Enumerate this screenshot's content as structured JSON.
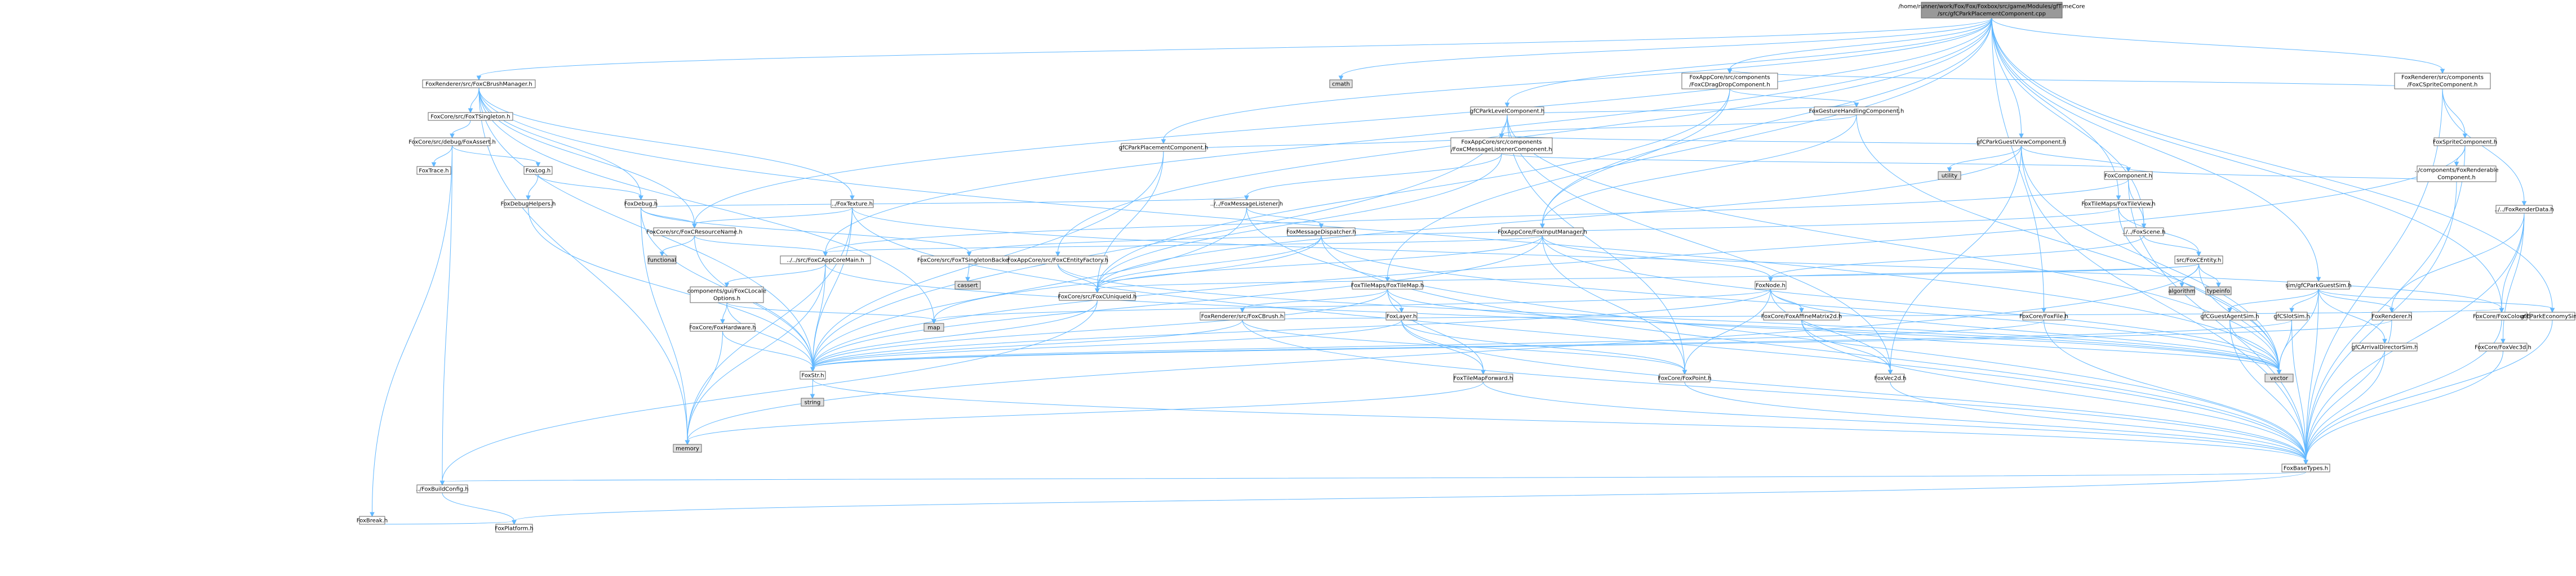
{
  "colors": {
    "root_fill": "#999999",
    "node_fill": "#ffffff",
    "system_fill": "#e0e0e0",
    "edge": "#63b8ff",
    "border": "#666666"
  },
  "root": "n0",
  "nodes": [
    {
      "id": "n0",
      "lines": [
        "/home/runner/work/Fox/Fox/Foxbox/src/game/Modules/gfTimeCore",
        "/src/gfCParkPlacementComponent.cpp"
      ],
      "root": true
    },
    {
      "id": "n1",
      "lines": [
        "FoxRenderer/src/FoxCBrushManager.h"
      ]
    },
    {
      "id": "n2",
      "lines": [
        "cmath"
      ],
      "system": true
    },
    {
      "id": "n3",
      "lines": [
        "FoxRenderer/src/components",
        "/FoxCSpriteComponent.h"
      ]
    },
    {
      "id": "n4",
      "lines": [
        "FoxCore/src/FoxTSingleton.h"
      ]
    },
    {
      "id": "n5",
      "lines": [
        "FoxCore/src/debug/FoxAssert.h"
      ]
    },
    {
      "id": "n6",
      "lines": [
        "FoxLog.h"
      ]
    },
    {
      "id": "n7",
      "lines": [
        "FoxTrace.h"
      ]
    },
    {
      "id": "n8",
      "lines": [
        "FoxBreak.h"
      ]
    },
    {
      "id": "n9",
      "lines": [
        "FoxDebugHelpers.h"
      ]
    },
    {
      "id": "n10",
      "lines": [
        "FoxDebug.h"
      ]
    },
    {
      "id": "n11",
      "lines": [
        "../FoxTexture.h"
      ]
    },
    {
      "id": "n12",
      "lines": [
        "FoxCore/src/FoxCResourceName.h"
      ]
    },
    {
      "id": "n13",
      "lines": [
        "functional"
      ],
      "system": true
    },
    {
      "id": "n14",
      "lines": [
        "../../src/FoxCAppCoreMain.h"
      ]
    },
    {
      "id": "n15",
      "lines": [
        "components/gui/FoxCLocale",
        "Options.h"
      ]
    },
    {
      "id": "n16",
      "lines": [
        "FoxCore/FoxHardware.h"
      ]
    },
    {
      "id": "n17",
      "lines": [
        "FoxStr.h"
      ]
    },
    {
      "id": "n18",
      "lines": [
        "string"
      ],
      "system": true
    },
    {
      "id": "n19",
      "lines": [
        "memory"
      ],
      "system": true
    },
    {
      "id": "n20",
      "lines": [
        "map"
      ],
      "system": true
    },
    {
      "id": "n21",
      "lines": [
        "vector"
      ],
      "system": true
    },
    {
      "id": "n22",
      "lines": [
        "FoxBaseTypes.h"
      ]
    },
    {
      "id": "n23",
      "lines": [
        "../FoxBuildConfig.h"
      ]
    },
    {
      "id": "n24",
      "lines": [
        "FoxPlatform.h"
      ]
    },
    {
      "id": "n25",
      "lines": [
        "FoxCore/src/FoxTSingletonBackend.h"
      ]
    },
    {
      "id": "n26",
      "lines": [
        "cassert"
      ],
      "system": true
    },
    {
      "id": "n27",
      "lines": [
        "FoxAppCore/src/FoxCEntityFactory.h"
      ]
    },
    {
      "id": "n28",
      "lines": [
        "FoxCore/src/FoxCUniqueId.h"
      ]
    },
    {
      "id": "n29",
      "lines": [
        "gfCParkPlacementComponent.h"
      ]
    },
    {
      "id": "n30",
      "lines": [
        "FoxAppCore/src/components",
        "/FoxCMessageListenerComponent.h"
      ]
    },
    {
      "id": "n31",
      "lines": [
        "../../FoxMessageListener.h"
      ]
    },
    {
      "id": "n32",
      "lines": [
        "FoxMessageDispatcher.h"
      ]
    },
    {
      "id": "n33",
      "lines": [
        "gfCParkLevelComponent.h"
      ]
    },
    {
      "id": "n34",
      "lines": [
        "FoxTileMaps/FoxTileMap.h"
      ]
    },
    {
      "id": "n35",
      "lines": [
        "FoxLayer.h"
      ]
    },
    {
      "id": "n36",
      "lines": [
        "FoxRenderer/src/FoxCBrush.h"
      ]
    },
    {
      "id": "n37",
      "lines": [
        "FoxCore/FoxPoint.h"
      ]
    },
    {
      "id": "n38",
      "lines": [
        "FoxTileMapForward.h"
      ]
    },
    {
      "id": "n39",
      "lines": [
        "FoxAppCore/src/components",
        "/FoxCDragDropComponent.h"
      ]
    },
    {
      "id": "n40",
      "lines": [
        "FoxGestureHandlingComponent.h"
      ]
    },
    {
      "id": "n41",
      "lines": [
        "FoxAppCore/FoxInputManager.h"
      ]
    },
    {
      "id": "n42",
      "lines": [
        "FoxNode.h"
      ]
    },
    {
      "id": "n43",
      "lines": [
        "FoxCore/FoxAffineMatrix2d.h"
      ]
    },
    {
      "id": "n44",
      "lines": [
        "FoxVec2d.h"
      ]
    },
    {
      "id": "n45",
      "lines": [
        "gfCParkGuestViewComponent.h"
      ]
    },
    {
      "id": "n46",
      "lines": [
        "utility"
      ],
      "system": true
    },
    {
      "id": "n47",
      "lines": [
        "FoxComponent.h"
      ]
    },
    {
      "id": "n48",
      "lines": [
        "../../FoxScene.h"
      ]
    },
    {
      "id": "n49",
      "lines": [
        "src/FoxCEntity.h"
      ]
    },
    {
      "id": "n50",
      "lines": [
        "algorithm"
      ],
      "system": true
    },
    {
      "id": "n51",
      "lines": [
        "typeinfo"
      ],
      "system": true
    },
    {
      "id": "n52",
      "lines": [
        "FoxSpriteComponent.h"
      ]
    },
    {
      "id": "n53",
      "lines": [
        "../components/FoxRenderable",
        "Component.h"
      ]
    },
    {
      "id": "n54",
      "lines": [
        "../../FoxRenderData.h"
      ]
    },
    {
      "id": "n55",
      "lines": [
        "FoxCore/FoxColour.h"
      ]
    },
    {
      "id": "n56",
      "lines": [
        "FoxCore/FoxVec3d.h"
      ]
    },
    {
      "id": "n57",
      "lines": [
        "FoxTileMaps/FoxTileView.h"
      ]
    },
    {
      "id": "n58",
      "lines": [
        "sim/gfCParkGuestSim.h"
      ]
    },
    {
      "id": "n59",
      "lines": [
        "gfCGuestAgentSim.h"
      ]
    },
    {
      "id": "n60",
      "lines": [
        "gfCSlotSim.h"
      ]
    },
    {
      "id": "n61",
      "lines": [
        "FoxRenderer.h"
      ]
    },
    {
      "id": "n62",
      "lines": [
        "gfCArrivalDirectorSim.h"
      ]
    },
    {
      "id": "n63",
      "lines": [
        "gfCParkEconomySim.h"
      ]
    },
    {
      "id": "n64",
      "lines": [
        "FoxCore/FoxFile.h"
      ]
    }
  ],
  "edges": [
    [
      "n0",
      "n1"
    ],
    [
      "n0",
      "n2"
    ],
    [
      "n0",
      "n3"
    ],
    [
      "n0",
      "n29"
    ],
    [
      "n0",
      "n33"
    ],
    [
      "n0",
      "n45"
    ],
    [
      "n0",
      "n48"
    ],
    [
      "n0",
      "n57"
    ],
    [
      "n0",
      "n58"
    ],
    [
      "n0",
      "n63"
    ],
    [
      "n0",
      "n64"
    ],
    [
      "n0",
      "n55"
    ],
    [
      "n0",
      "n14"
    ],
    [
      "n0",
      "n12"
    ],
    [
      "n0",
      "n41"
    ],
    [
      "n0",
      "n27"
    ],
    [
      "n0",
      "n34"
    ],
    [
      "n0",
      "n39"
    ],
    [
      "n1",
      "n4"
    ],
    [
      "n1",
      "n11"
    ],
    [
      "n1",
      "n12"
    ],
    [
      "n1",
      "n17"
    ],
    [
      "n1",
      "n19"
    ],
    [
      "n1",
      "n20"
    ],
    [
      "n1",
      "n21"
    ],
    [
      "n1",
      "n10"
    ],
    [
      "n4",
      "n5"
    ],
    [
      "n5",
      "n6"
    ],
    [
      "n5",
      "n7"
    ],
    [
      "n5",
      "n8"
    ],
    [
      "n5",
      "n23"
    ],
    [
      "n6",
      "n9"
    ],
    [
      "n6",
      "n10"
    ],
    [
      "n9",
      "n17"
    ],
    [
      "n8",
      "n24"
    ],
    [
      "n10",
      "n12"
    ],
    [
      "n10",
      "n25"
    ],
    [
      "n10",
      "n31"
    ],
    [
      "n10",
      "n17"
    ],
    [
      "n10",
      "n19"
    ],
    [
      "n11",
      "n12"
    ],
    [
      "n11",
      "n17"
    ],
    [
      "n11",
      "n22"
    ],
    [
      "n11",
      "n55"
    ],
    [
      "n11",
      "n19"
    ],
    [
      "n12",
      "n13"
    ],
    [
      "n12",
      "n14"
    ],
    [
      "n12",
      "n17"
    ],
    [
      "n14",
      "n15"
    ],
    [
      "n14",
      "n17"
    ],
    [
      "n14",
      "n19"
    ],
    [
      "n14",
      "n21"
    ],
    [
      "n15",
      "n16"
    ],
    [
      "n15",
      "n17"
    ],
    [
      "n15",
      "n20"
    ],
    [
      "n16",
      "n17"
    ],
    [
      "n16",
      "n19"
    ],
    [
      "n17",
      "n18"
    ],
    [
      "n17",
      "n22"
    ],
    [
      "n22",
      "n23"
    ],
    [
      "n22",
      "n24"
    ],
    [
      "n23",
      "n24"
    ],
    [
      "n25",
      "n26"
    ],
    [
      "n27",
      "n28"
    ],
    [
      "n27",
      "n21"
    ],
    [
      "n28",
      "n23"
    ],
    [
      "n28",
      "n17"
    ],
    [
      "n29",
      "n30"
    ],
    [
      "n29",
      "n28"
    ],
    [
      "n29",
      "n17"
    ],
    [
      "n30",
      "n31"
    ],
    [
      "n30",
      "n47"
    ],
    [
      "n30",
      "n28"
    ],
    [
      "n31",
      "n32"
    ],
    [
      "n31",
      "n22"
    ],
    [
      "n31",
      "n17"
    ],
    [
      "n32",
      "n28"
    ],
    [
      "n32",
      "n22"
    ],
    [
      "n32",
      "n21"
    ],
    [
      "n32",
      "n20"
    ],
    [
      "n33",
      "n30"
    ],
    [
      "n33",
      "n40"
    ],
    [
      "n33",
      "n37"
    ],
    [
      "n33",
      "n17"
    ],
    [
      "n33",
      "n44"
    ],
    [
      "n33",
      "n21"
    ],
    [
      "n34",
      "n35"
    ],
    [
      "n34",
      "n36"
    ],
    [
      "n34",
      "n38"
    ],
    [
      "n34",
      "n17"
    ],
    [
      "n34",
      "n21"
    ],
    [
      "n35",
      "n17"
    ],
    [
      "n35",
      "n37"
    ],
    [
      "n35",
      "n22"
    ],
    [
      "n35",
      "n38"
    ],
    [
      "n36",
      "n17"
    ],
    [
      "n36",
      "n37"
    ],
    [
      "n36",
      "n22"
    ],
    [
      "n36",
      "n55"
    ],
    [
      "n37",
      "n22"
    ],
    [
      "n38",
      "n22"
    ],
    [
      "n38",
      "n19"
    ],
    [
      "n39",
      "n40"
    ],
    [
      "n39",
      "n28"
    ],
    [
      "n39",
      "n41"
    ],
    [
      "n40",
      "n41"
    ],
    [
      "n40",
      "n30"
    ],
    [
      "n40",
      "n21"
    ],
    [
      "n41",
      "n42"
    ],
    [
      "n41",
      "n28"
    ],
    [
      "n41",
      "n37"
    ],
    [
      "n41",
      "n17"
    ],
    [
      "n41",
      "n21"
    ],
    [
      "n41",
      "n14"
    ],
    [
      "n42",
      "n43"
    ],
    [
      "n42",
      "n37"
    ],
    [
      "n42",
      "n17"
    ],
    [
      "n42",
      "n21"
    ],
    [
      "n42",
      "n44"
    ],
    [
      "n42",
      "n20"
    ],
    [
      "n43",
      "n44"
    ],
    [
      "n43",
      "n22"
    ],
    [
      "n43",
      "n21"
    ],
    [
      "n44",
      "n22"
    ],
    [
      "n45",
      "n30"
    ],
    [
      "n45",
      "n46"
    ],
    [
      "n45",
      "n47"
    ],
    [
      "n45",
      "n28"
    ],
    [
      "n45",
      "n44"
    ],
    [
      "n45",
      "n22"
    ],
    [
      "n45",
      "n21"
    ],
    [
      "n47",
      "n48"
    ],
    [
      "n47",
      "n22"
    ],
    [
      "n47",
      "n14"
    ],
    [
      "n48",
      "n49"
    ],
    [
      "n48",
      "n42"
    ],
    [
      "n49",
      "n42"
    ],
    [
      "n49",
      "n50"
    ],
    [
      "n49",
      "n51"
    ],
    [
      "n49",
      "n21"
    ],
    [
      "n49",
      "n19"
    ],
    [
      "n49",
      "n28"
    ],
    [
      "n3",
      "n52"
    ],
    [
      "n3",
      "n54"
    ],
    [
      "n3",
      "n39"
    ],
    [
      "n3",
      "n22"
    ],
    [
      "n52",
      "n53"
    ],
    [
      "n52",
      "n22"
    ],
    [
      "n52",
      "n17"
    ],
    [
      "n53",
      "n47"
    ],
    [
      "n53",
      "n22"
    ],
    [
      "n54",
      "n55"
    ],
    [
      "n54",
      "n56"
    ],
    [
      "n54",
      "n22"
    ],
    [
      "n54",
      "n61"
    ],
    [
      "n55",
      "n22"
    ],
    [
      "n56",
      "n22"
    ],
    [
      "n57",
      "n49"
    ],
    [
      "n57",
      "n25"
    ],
    [
      "n57",
      "n21"
    ],
    [
      "n58",
      "n59"
    ],
    [
      "n58",
      "n60"
    ],
    [
      "n58",
      "n62"
    ],
    [
      "n58",
      "n63"
    ],
    [
      "n58",
      "n61"
    ],
    [
      "n58",
      "n21"
    ],
    [
      "n58",
      "n22"
    ],
    [
      "n59",
      "n22"
    ],
    [
      "n59",
      "n21"
    ],
    [
      "n60",
      "n22"
    ],
    [
      "n60",
      "n17"
    ],
    [
      "n60",
      "n21"
    ],
    [
      "n61",
      "n17"
    ],
    [
      "n61",
      "n22"
    ],
    [
      "n62",
      "n22"
    ],
    [
      "n63",
      "n22"
    ],
    [
      "n64",
      "n17"
    ],
    [
      "n64",
      "n22"
    ]
  ]
}
